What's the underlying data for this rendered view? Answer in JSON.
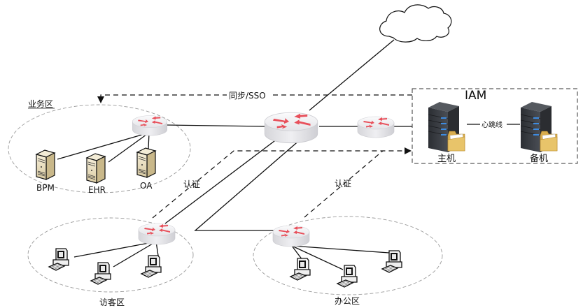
{
  "title": "IAM network topology",
  "zones": {
    "business": {
      "label": "业务区"
    },
    "visitor": {
      "label": "访客区"
    },
    "office": {
      "label": "办公区"
    },
    "iam": {
      "label": "IAM"
    }
  },
  "servers": [
    {
      "id": "bpm",
      "label": "BPM"
    },
    {
      "id": "ehr",
      "label": "EHR"
    },
    {
      "id": "oa",
      "label": "OA"
    }
  ],
  "iam_nodes": {
    "primary": {
      "label": "主机"
    },
    "standby": {
      "label": "备机"
    },
    "heartbeat": {
      "label": "心跳线"
    }
  },
  "links": {
    "sync_sso": {
      "label": "同步/SSO"
    },
    "auth_visitor": {
      "label": "认证"
    },
    "auth_office": {
      "label": "认证"
    }
  },
  "icons": {
    "cloud": "cloud-icon",
    "router": "router-icon",
    "server": "server-icon",
    "pc": "pc-icon",
    "rack_server": "rack-server-icon",
    "folder": "folder-icon"
  },
  "colors": {
    "router_arrow": "#e8505b",
    "router_body": "#e6e6ea",
    "rack_led": "#3d8be0",
    "folder": "#e8c46a",
    "zone_border": "#9a9a9a",
    "line": "#111111"
  }
}
